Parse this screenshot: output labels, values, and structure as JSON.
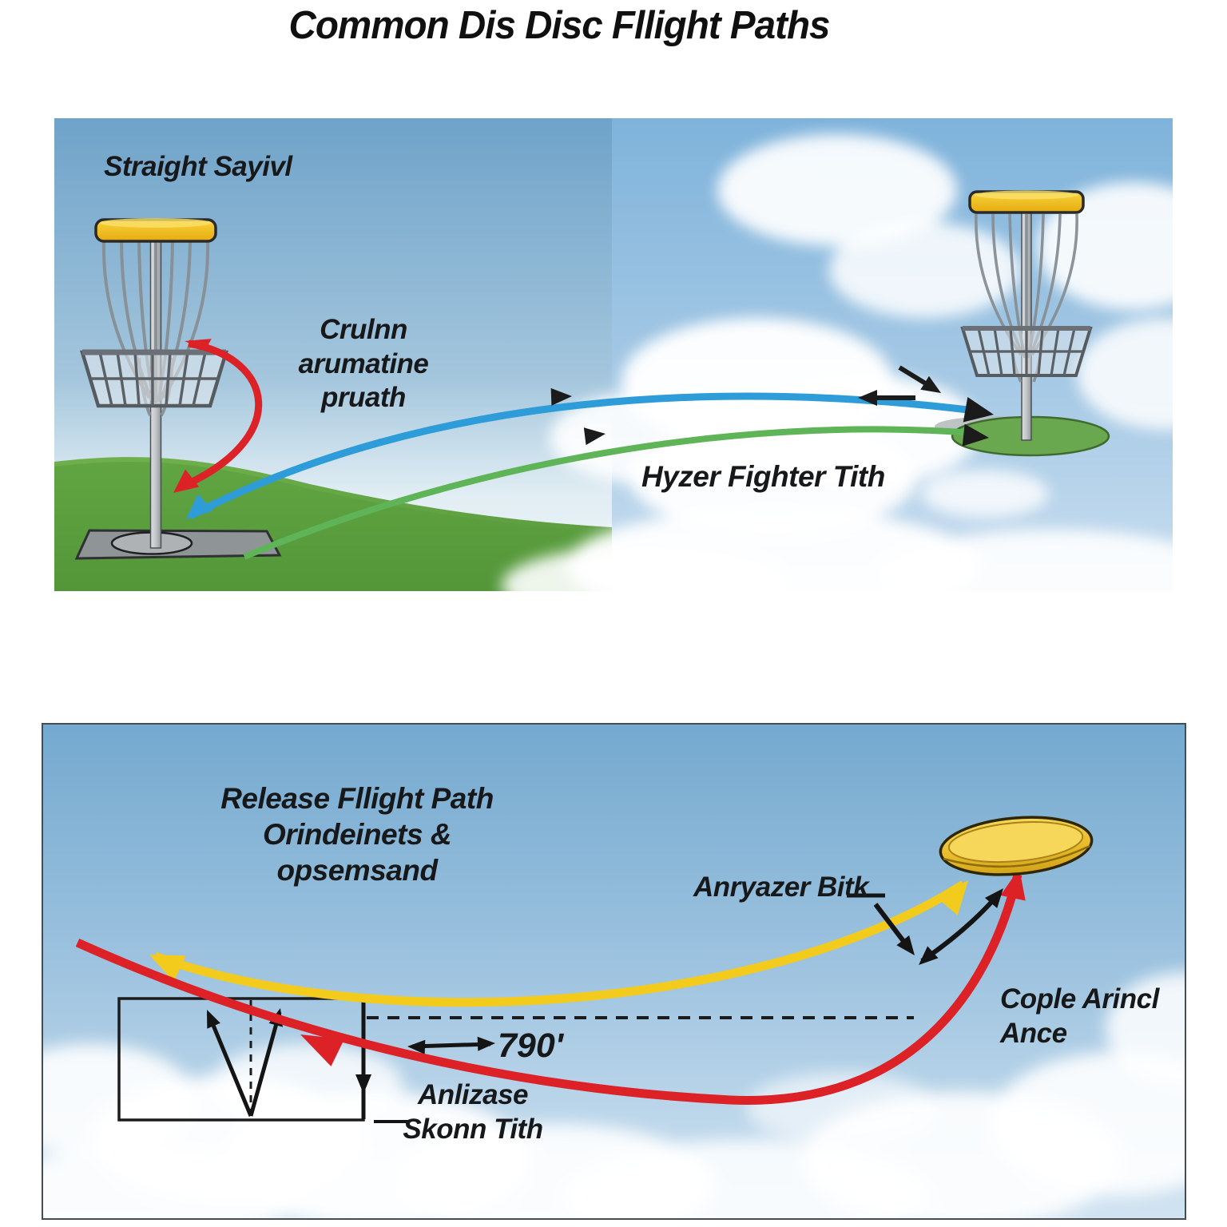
{
  "title": "Common Dis Disc Fllight Paths",
  "top_panel": {
    "straight_label": "Straight Sayivl",
    "curve_label": "Crulnn\narumatine\npruath",
    "hyzer_label": "Hyzer Fighter Tith"
  },
  "bottom_panel": {
    "heading": "Release Fllight Path\nOrindeinets & opsemsand",
    "anhyzer_label": "Anryazer Bitk",
    "couple_label": "Cople Arincl\nAnce",
    "distance_label": "790'",
    "anlizase_label": "Anlizase\nSkonn Tith"
  },
  "colors": {
    "red": "#dc2127",
    "blue": "#2e9cd8",
    "green": "#5eb457",
    "yellow": "#f2cb1d",
    "black": "#1b1b1b",
    "basket_gold": "#f2c019",
    "disc_gold": "#edc435",
    "grass": "#5ea23f",
    "sky_top": "#6fa3c9",
    "sky_bottom": "#d8e8f1",
    "text": "#16181a"
  }
}
